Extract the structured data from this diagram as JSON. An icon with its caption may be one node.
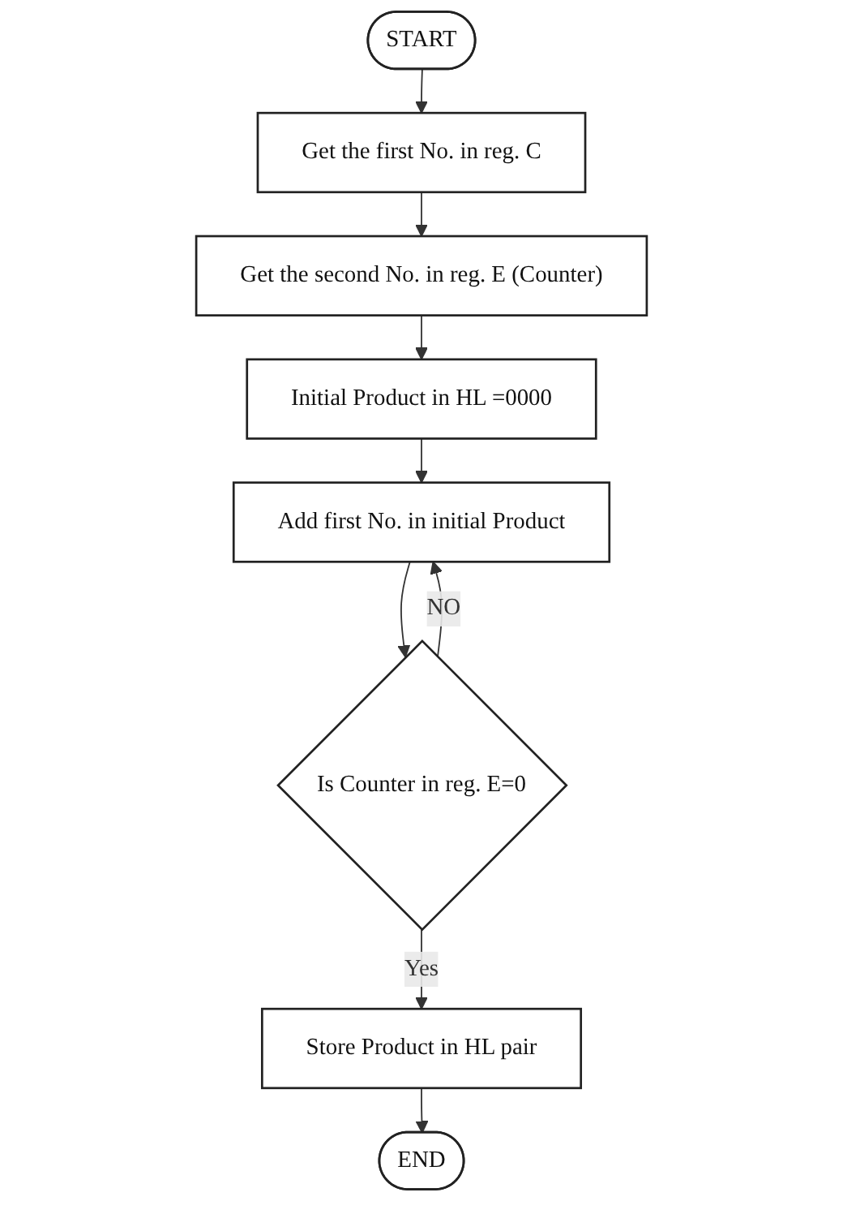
{
  "diagram": {
    "nodes": [
      {
        "text": [
          "START"
        ]
      },
      {
        "text": [
          "Get the first No. in reg. C"
        ]
      },
      {
        "text": [
          "Get the second No. in reg. E (Counter)"
        ]
      },
      {
        "text": [
          "Initial Product in HL =0000"
        ]
      },
      {
        "text": [
          "Add first No. in initial Product"
        ]
      },
      {
        "text": [
          "Is Counter in reg. E=0"
        ]
      },
      {
        "text": [
          "Store Product in HL pair"
        ]
      },
      {
        "text": [
          "END"
        ]
      }
    ],
    "edges": [
      {
        "from": 0,
        "to": 1,
        "arrow": "to"
      },
      {
        "from": 1,
        "to": 2,
        "arrow": "to"
      },
      {
        "from": 2,
        "to": 3,
        "arrow": "to"
      },
      {
        "from": 3,
        "to": 4,
        "arrow": "to"
      },
      {
        "from": 4,
        "to": 5,
        "arrow": "to"
      },
      {
        "from": 5,
        "to": 4,
        "label": "NO",
        "arrow": "to"
      },
      {
        "from": 5,
        "to": 6,
        "label": "Yes",
        "arrow": "to"
      },
      {
        "from": 6,
        "to": 7,
        "arrow": "to"
      }
    ]
  }
}
